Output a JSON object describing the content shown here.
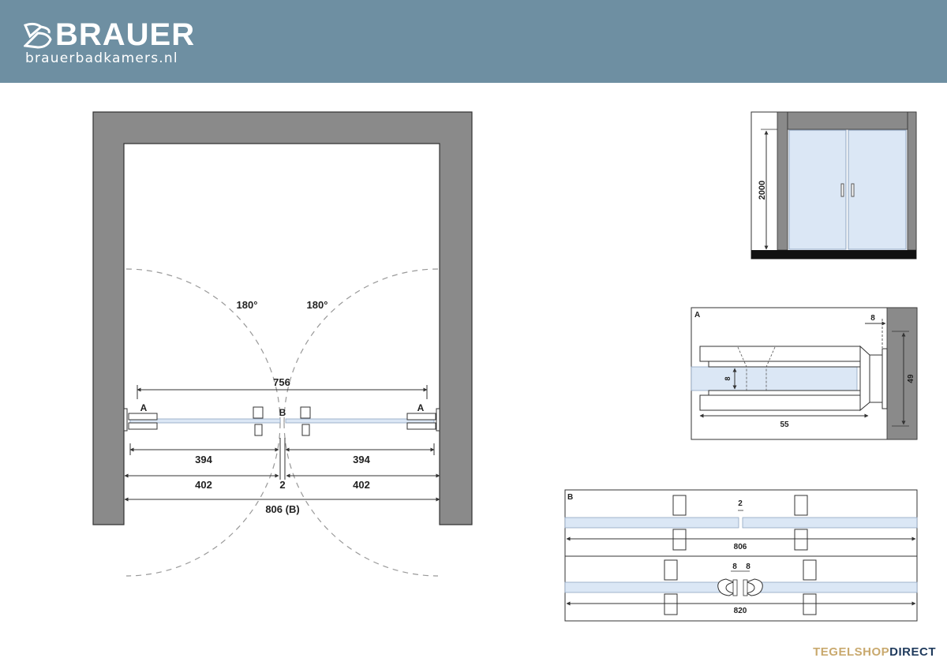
{
  "header": {
    "brand": "BRAUER",
    "url": "brauerbadkamers.nl",
    "background": "#6e8fa2"
  },
  "plan": {
    "angle_left": "180°",
    "angle_right": "180°",
    "overall_top": "756",
    "label_a_left": "A",
    "label_b": "B",
    "label_a_right": "A",
    "panel_left": "394",
    "panel_right": "394",
    "half_left": "402",
    "gap": "2",
    "half_right": "402",
    "total": "806 (B)"
  },
  "elevation": {
    "height": "2000"
  },
  "detail_a": {
    "title": "A",
    "top_dim": "8",
    "glass_dim": "8",
    "side_dim": "49",
    "bottom_dim": "55"
  },
  "detail_b": {
    "title": "B",
    "gap": "2",
    "width_top": "806",
    "seal_left": "8",
    "seal_right": "8",
    "width_bottom": "820"
  },
  "footer": {
    "part1": "TEGELSHOP",
    "part2": "DIRECT"
  },
  "colors": {
    "wall": "#8a8a8a",
    "glass": "#dbe7f5",
    "line": "#333333"
  }
}
